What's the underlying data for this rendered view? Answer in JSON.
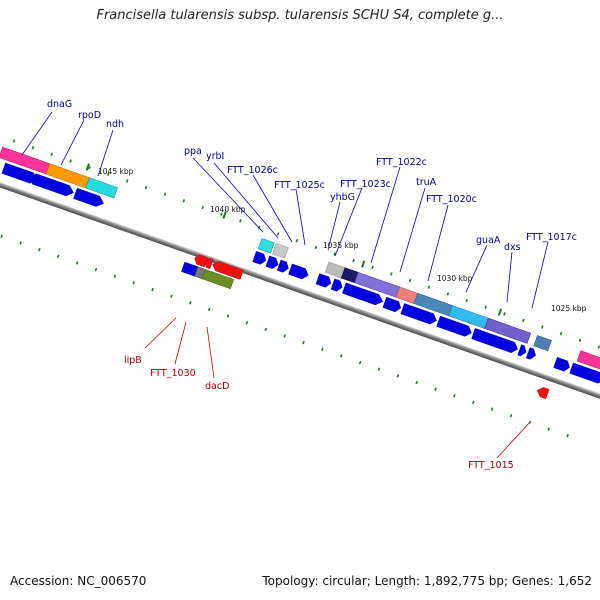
{
  "title": "Francisella tularensis subsp. tularensis SCHU S4, complete g...",
  "footer": {
    "accession": "Accession: NC_006570",
    "summary": "Topology: circular; Length: 1,892,775 bp; Genes: 1,652"
  },
  "colors": {
    "forward_label": "#00008b",
    "reverse_label": "#b00000",
    "cds_arrow": "#0000e0",
    "backbone": "#808080",
    "tick": "#1a7a1a"
  },
  "scale_labels": [
    "1045 kbp",
    "1040 kbp",
    "1035 kbp",
    "1030 kbp",
    "1025 kbp"
  ],
  "forward_genes": [
    "dnaG",
    "rpoD",
    "ndh",
    "ppa",
    "yrbI",
    "FTT_1026c",
    "FTT_1025c",
    "FTT_1023c",
    "yhbG",
    "FTT_1022c",
    "truA",
    "FTT_1020c",
    "guaA",
    "dxs",
    "FTT_1017c"
  ],
  "reverse_genes": [
    "lipB",
    "FTT_1030",
    "dacD",
    "FTT_1015"
  ]
}
